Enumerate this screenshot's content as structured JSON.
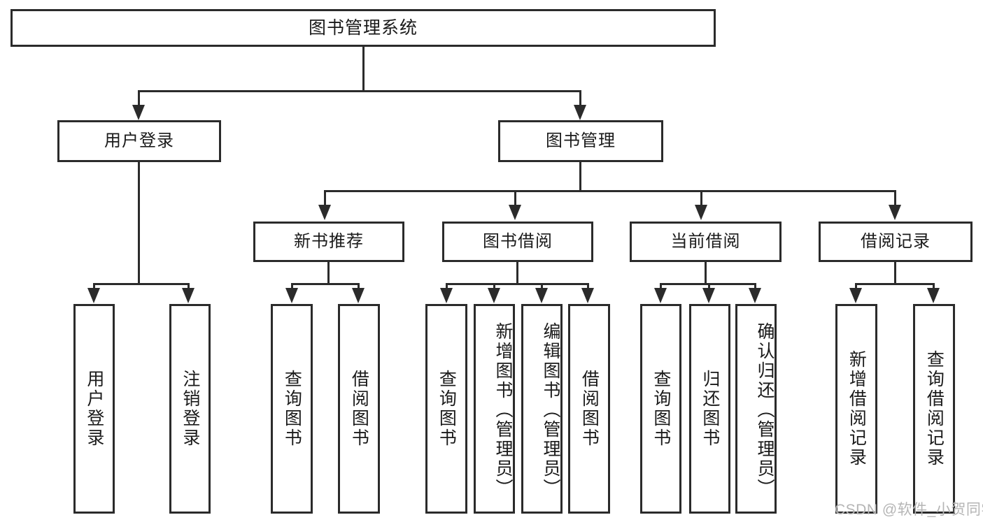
{
  "diagram": {
    "title": "图书管理系统",
    "type": "tree-hierarchy-chart",
    "colors": {
      "stroke": "#2b2b2b",
      "fill": "#ffffff",
      "text": "#1a1a1a",
      "watermark": "#b5b5b5"
    },
    "levels": {
      "root": {
        "label": "图书管理系统"
      },
      "level2": [
        {
          "label": "用户登录"
        },
        {
          "label": "图书管理"
        }
      ],
      "level3": [
        {
          "label": "新书推荐"
        },
        {
          "label": "图书借阅"
        },
        {
          "label": "当前借阅"
        },
        {
          "label": "借阅记录"
        }
      ],
      "leaves": {
        "user_login": [
          {
            "label": "用户登录"
          },
          {
            "label": "注销登录"
          }
        ],
        "new_book_recommend": [
          {
            "label": "查询图书"
          },
          {
            "label": "借阅图书"
          }
        ],
        "book_borrow": [
          {
            "label": "查询图书"
          },
          {
            "label": "新增图书（管理员）"
          },
          {
            "label": "编辑图书（管理员）"
          },
          {
            "label": "借阅图书"
          }
        ],
        "current_borrow": [
          {
            "label": "查询图书"
          },
          {
            "label": "归还图书"
          },
          {
            "label": "确认归还（管理员）"
          }
        ],
        "borrow_record": [
          {
            "label": "新增借阅记录"
          },
          {
            "label": "查询借阅记录"
          }
        ]
      }
    }
  },
  "watermark": {
    "text": "CSDN @软件_小贺同学"
  }
}
